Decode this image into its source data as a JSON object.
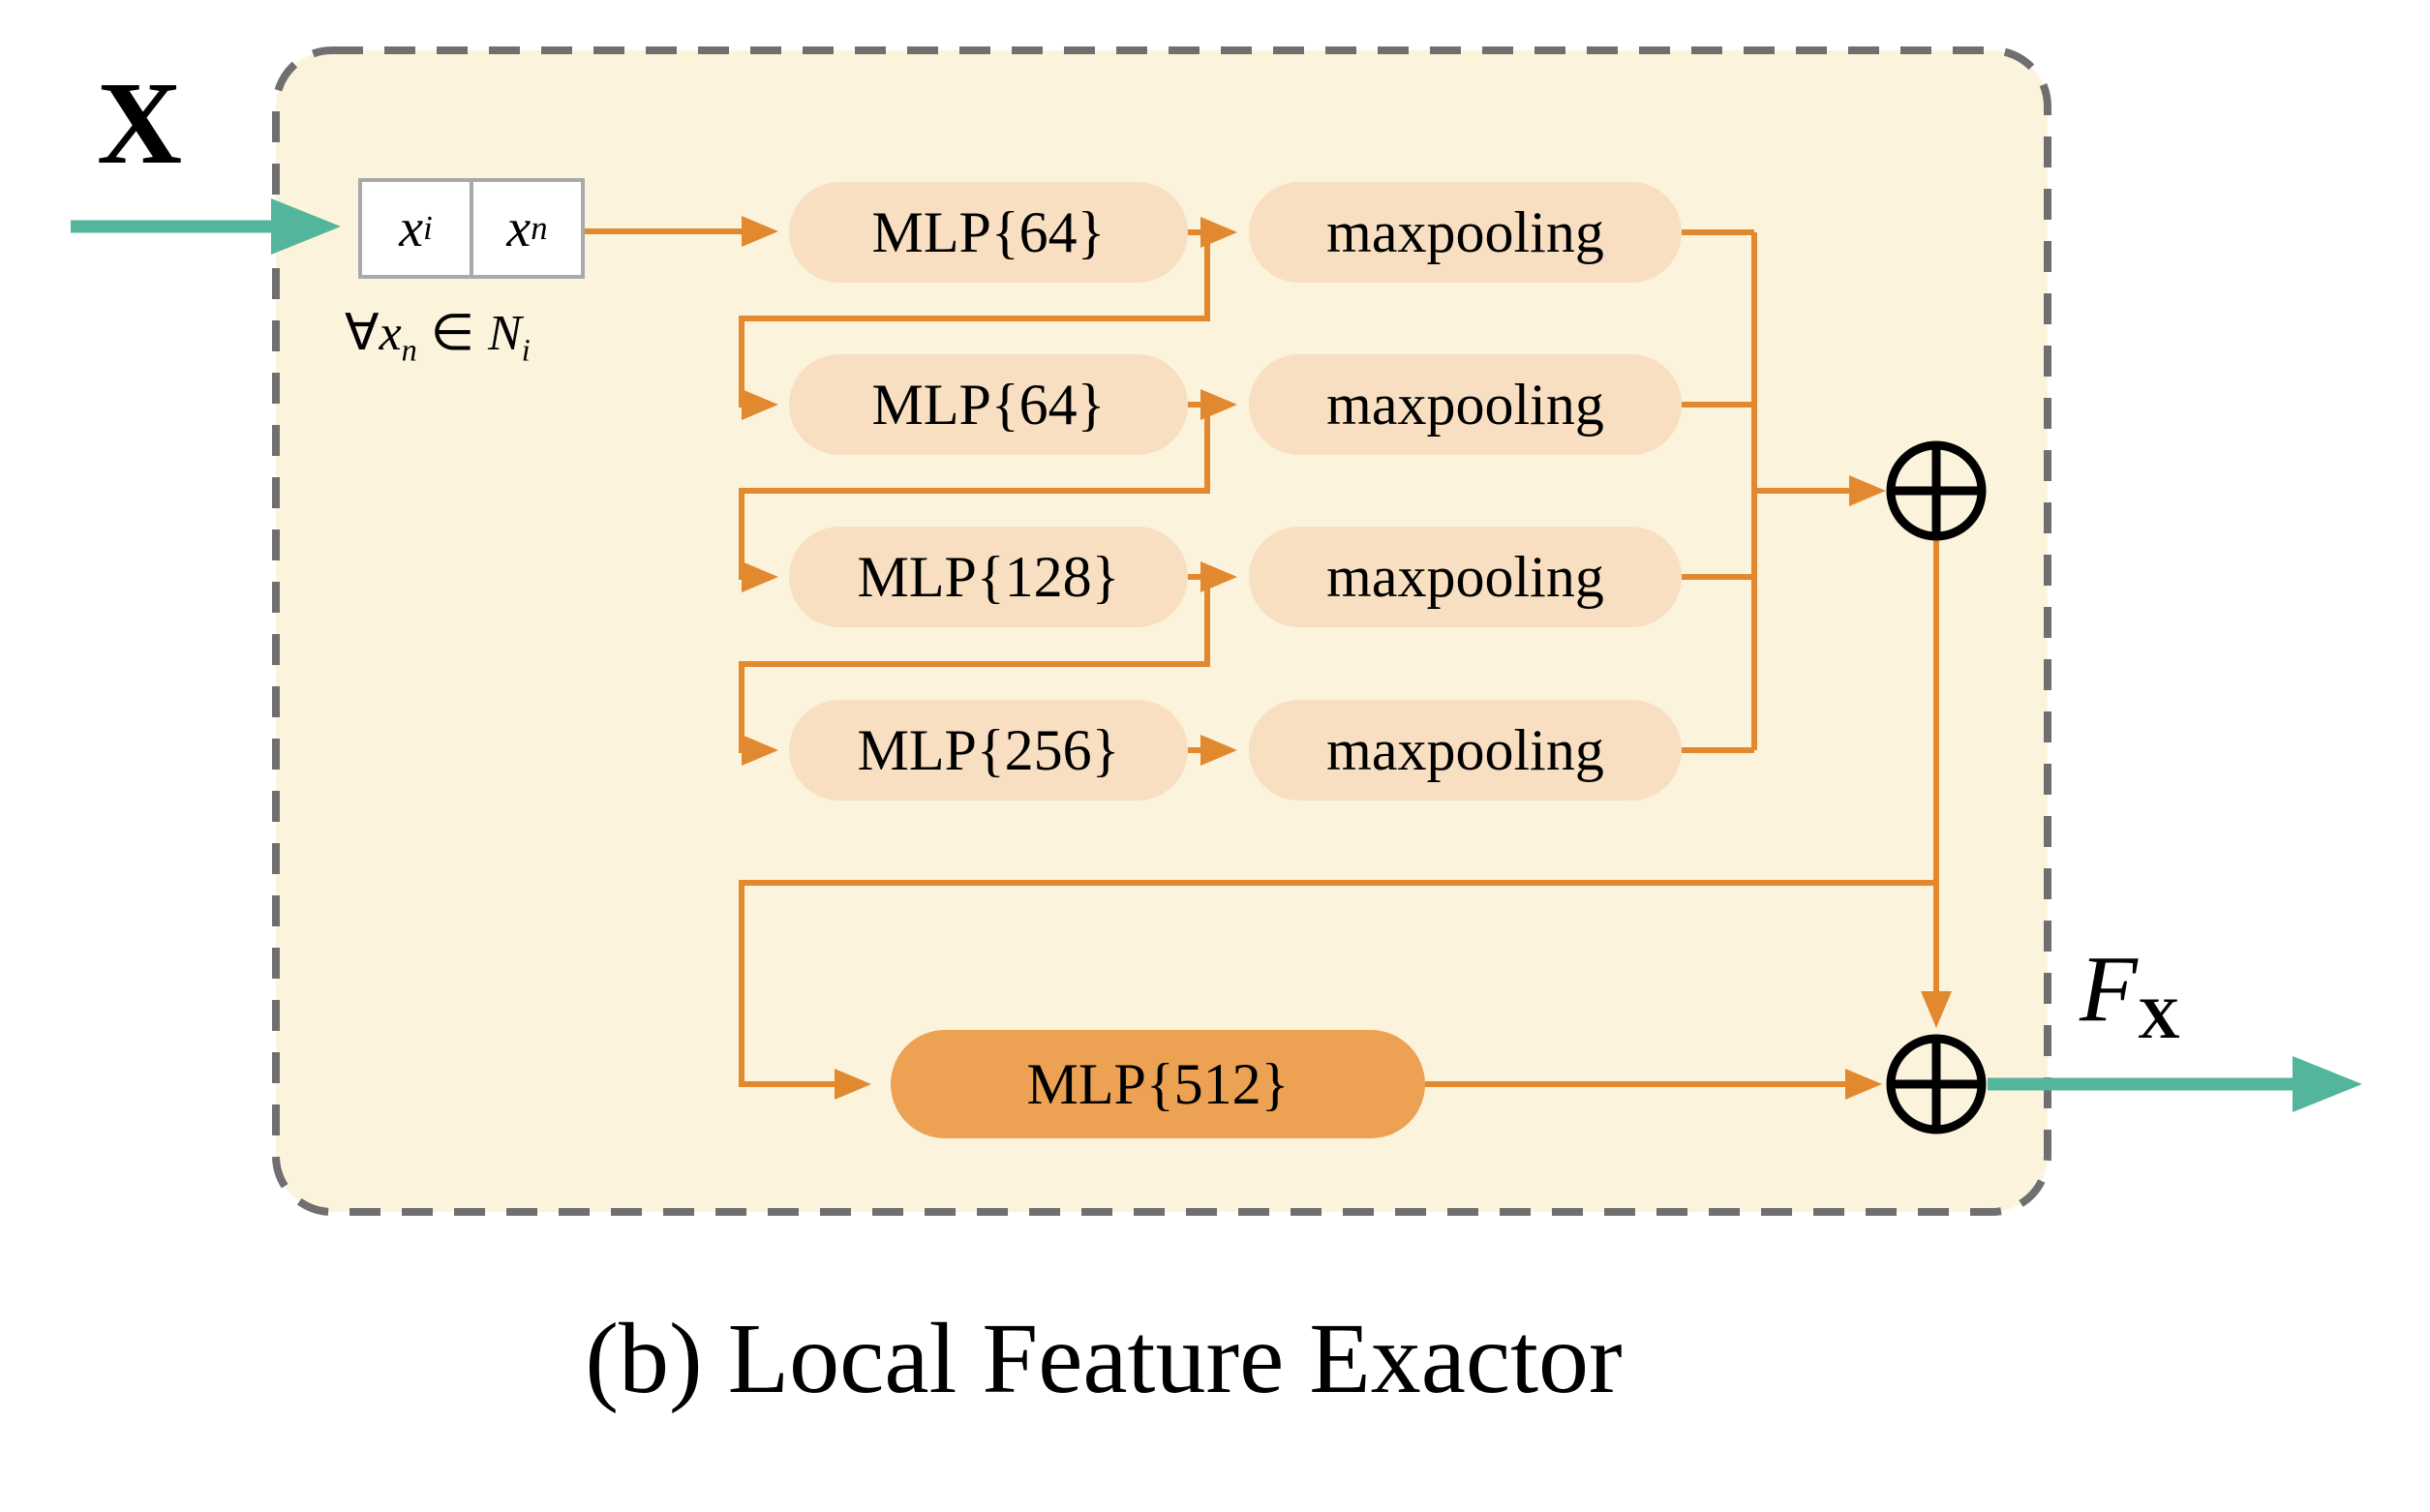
{
  "figure": {
    "input_label": "X",
    "pair_box": {
      "first": {
        "base": "x",
        "sub": "i"
      },
      "second": {
        "base": "x",
        "sub": "n"
      }
    },
    "neighborhood_note": {
      "forall_symbol": "∀",
      "var_base": "x",
      "var_sub": "n",
      "element_of": "∈",
      "set_base": "N",
      "set_sub": "i"
    },
    "branches": [
      {
        "mlp": "MLP{64}",
        "pooling": "maxpooling"
      },
      {
        "mlp": "MLP{64}",
        "pooling": "maxpooling"
      },
      {
        "mlp": "MLP{128}",
        "pooling": "maxpooling"
      },
      {
        "mlp": "MLP{256}",
        "pooling": "maxpooling"
      }
    ],
    "final_mlp": "MLP{512}",
    "aggregation_symbol": "⊕",
    "output_label": {
      "base": "F",
      "sub": "X"
    },
    "caption": "(b) Local Feature Exactor"
  },
  "icons": {
    "aggregation_1": "circled-plus-icon",
    "aggregation_2": "circled-plus-icon"
  },
  "colors": {
    "panel_fill": "#FBF3DC",
    "panel_border": "#6F6F6F",
    "pill_fill": "#F8DFC1",
    "final_mlp_fill": "#ECA153",
    "connector_orange": "#E2892F",
    "io_teal": "#53B69C",
    "pair_box_border": "#A9A9A9",
    "text": "#000000"
  }
}
